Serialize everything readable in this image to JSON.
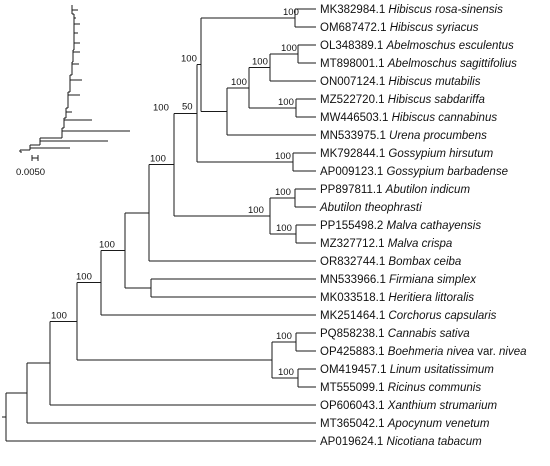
{
  "tips": [
    {
      "acc": "MK382984.1",
      "sp": "Hibiscus rosa-sinensis",
      "var": ""
    },
    {
      "acc": "OM687472.1",
      "sp": "Hibiscus syriacus",
      "var": ""
    },
    {
      "acc": "OL348389.1",
      "sp": "Abelmoschus esculentus",
      "var": ""
    },
    {
      "acc": "MT898001.1",
      "sp": "Abelmoschus sagittifolius",
      "var": ""
    },
    {
      "acc": "ON007124.1",
      "sp": "Hibiscus mutabilis",
      "var": ""
    },
    {
      "acc": "MZ522720.1",
      "sp": "Hibiscus sabdariffa",
      "var": ""
    },
    {
      "acc": "MW446503.1",
      "sp": "Hibiscus cannabinus",
      "var": ""
    },
    {
      "acc": "MN533975.1",
      "sp": "Urena procumbens",
      "var": ""
    },
    {
      "acc": "MK792844.1",
      "sp": "Gossypium hirsutum",
      "var": ""
    },
    {
      "acc": "AP009123.1",
      "sp": "Gossypium barbadense",
      "var": ""
    },
    {
      "acc": "PP897811.1",
      "sp": "Abutilon indicum",
      "var": ""
    },
    {
      "acc": "",
      "sp": "Abutilon theophrasti",
      "var": ""
    },
    {
      "acc": "PP155498.2",
      "sp": "Malva cathayensis",
      "var": ""
    },
    {
      "acc": "MZ327712.1",
      "sp": "Malva crispa",
      "var": ""
    },
    {
      "acc": "OR832744.1",
      "sp": "Bombax ceiba",
      "var": ""
    },
    {
      "acc": "MN533966.1",
      "sp": "Firmiana simplex",
      "var": ""
    },
    {
      "acc": "MK033518.1",
      "sp": "Heritiera littoralis",
      "var": ""
    },
    {
      "acc": "MK251464.1",
      "sp": "Corchorus capsularis",
      "var": ""
    },
    {
      "acc": "PQ858238.1",
      "sp": "Cannabis sativa",
      "var": ""
    },
    {
      "acc": "OP425883.1",
      "sp": "Boehmeria nivea",
      "var": " var. ",
      "sp2": "nivea"
    },
    {
      "acc": "OM419457.1",
      "sp": "Linum usitatissimum",
      "var": ""
    },
    {
      "acc": "MT555099.1",
      "sp": "Ricinus communis",
      "var": ""
    },
    {
      "acc": "OP606043.1",
      "sp": "Xanthium strumarium",
      "var": ""
    },
    {
      "acc": "MT365042.1",
      "sp": "Apocynum venetum",
      "var": ""
    },
    {
      "acc": "AP019624.1",
      "sp": "Nicotiana tabacum",
      "var": ""
    }
  ],
  "support": [
    "100",
    "100",
    "100",
    "100",
    "100",
    "50",
    "100",
    "100",
    "100",
    "100",
    "100",
    "100",
    "100",
    "100",
    "100",
    "100",
    "100",
    "100"
  ],
  "scale_bar": {
    "label": "0.0050"
  }
}
